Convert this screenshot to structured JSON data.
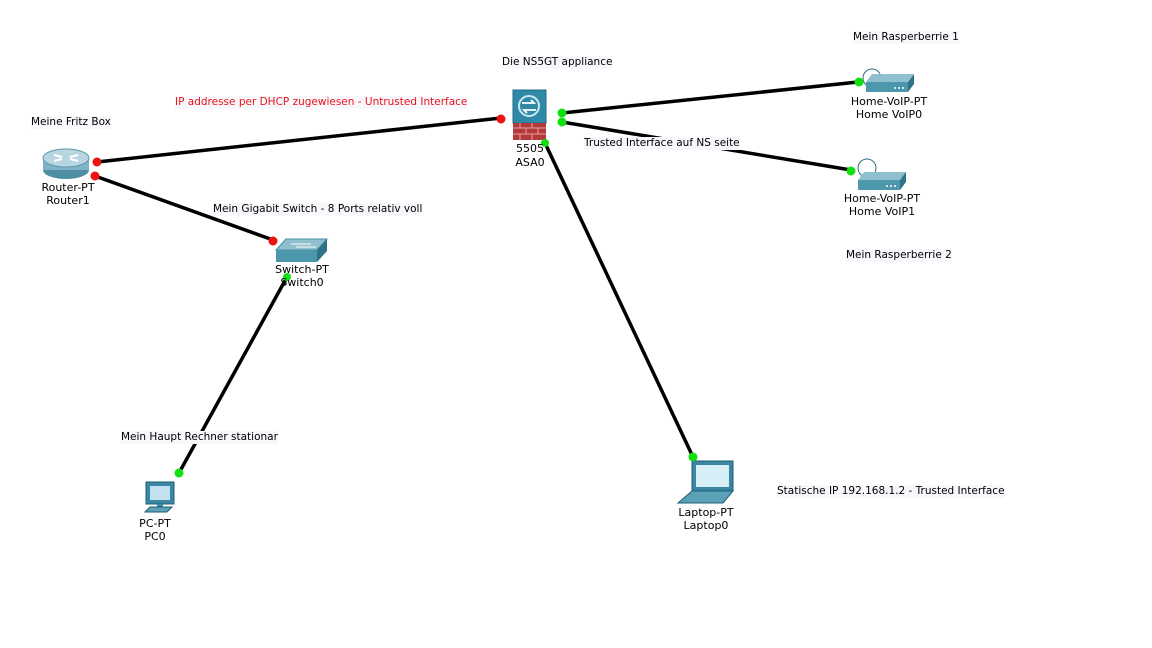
{
  "devices": [
    {
      "id": "router",
      "type": "Router-PT",
      "name": "Router1"
    },
    {
      "id": "asa",
      "type": "5505",
      "name": "ASA0"
    },
    {
      "id": "switch",
      "type": "Switch-PT",
      "name": "Switch0"
    },
    {
      "id": "pc",
      "type": "PC-PT",
      "name": "PC0"
    },
    {
      "id": "laptop",
      "type": "Laptop-PT",
      "name": "Laptop0"
    },
    {
      "id": "voip0",
      "type": "Home-VoIP-PT",
      "name": "Home VoIP0"
    },
    {
      "id": "voip1",
      "type": "Home-VoIP-PT",
      "name": "Home VoIP1"
    }
  ],
  "notes": {
    "fritz": "Meine Fritz Box",
    "asa": "Die NS5GT appliance",
    "dhcp": "IP addresse per DHCP zugewiesen - Untrusted Interface",
    "switch": "Mein Gigabit Switch - 8 Ports relativ voll",
    "trusted": "Trusted Interface auf NS seite",
    "rasp1": "Mein Rasperberrie 1",
    "rasp2": "Mein Rasperberrie 2",
    "pc": "Mein Haupt Rechner stationar",
    "laptop": "Statische IP 192.168.1.2 - Trusted Interface"
  },
  "links": [
    {
      "from": "router",
      "to": "asa",
      "status": "down"
    },
    {
      "from": "router",
      "to": "switch",
      "status": "down"
    },
    {
      "from": "asa",
      "to": "voip0",
      "status": "up"
    },
    {
      "from": "asa",
      "to": "voip1",
      "status": "up"
    },
    {
      "from": "asa",
      "to": "laptop",
      "status": "up"
    },
    {
      "from": "switch",
      "to": "pc",
      "status": "up"
    }
  ],
  "colors": {
    "link_up": "#10e010",
    "link_down": "#ee1111",
    "note_red": "#e8131a",
    "device": "#3f8fa8"
  }
}
